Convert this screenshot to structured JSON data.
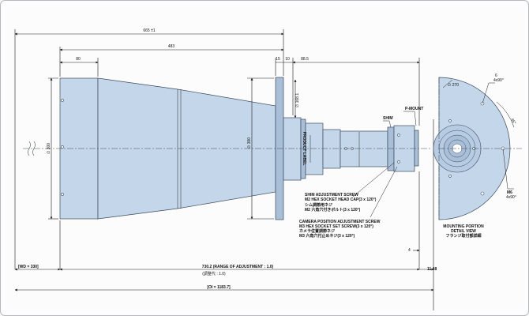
{
  "dimensions": {
    "overall_length": "665 ±1",
    "body_length": "483",
    "front_section": "80",
    "flange_gap": "15",
    "flange_thickness": "10",
    "rear_section": "88.5",
    "front_diameter": "∅ 300",
    "mid_diameter": "∅ 300",
    "flange_diameter": "∅ 168.1",
    "front_offset": "4",
    "wd": "[WD = 330]",
    "range_of_adjustment": "730.2 (RANGE OF ADJUSTMENT : 1.0)",
    "range_of_adjustment_jp": "(調整代 : 1.0)",
    "rear_offset": "11.48",
    "oi": "[OI = 1183.7]"
  },
  "labels": {
    "product_label": "PRODUCT LABEL",
    "shim": "SHIM",
    "p_mount": "P-MOUNT",
    "shim_screw_title": "SHIM ADJUSTMENT SCREW",
    "shim_screw_spec": "M2 HEX SOCKET HEAD CAP(3 x 120°)",
    "shim_screw_jp_title": "シム調節用ネジ",
    "shim_screw_jp_spec": "M2 六角穴付きボルト(3 x 120°)",
    "cam_screw_title": "CAMERA POSITION ADJUSTMENT SCREW",
    "cam_screw_spec": "M3 HEX SOCKET SET SCREW(3 x 120°)",
    "cam_screw_jp_title": "カメラ位置調節ネジ",
    "cam_screw_jp_spec": "M3 六角穴付止めネジ(3 x 120°)"
  },
  "detail_view": {
    "diameter": "∅ 270",
    "hole_a": "6",
    "hole_a_spec": "4x90°",
    "angle": "45°",
    "hole_b": "M6",
    "hole_b_spec": "4x90°",
    "title": "MOUNTING PORTION",
    "subtitle": "DETAIL VIEW",
    "title_jp": "フランジ取付部詳細"
  }
}
